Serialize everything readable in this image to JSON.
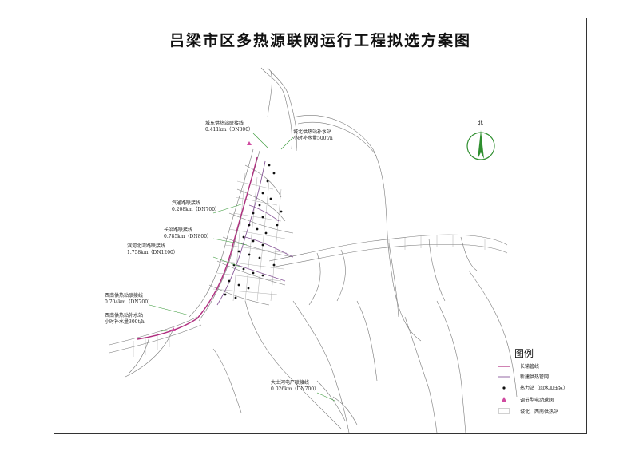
{
  "title": "吕梁市区多热源联网运行工程拟选方案图",
  "north_label": "北",
  "annotations": [
    {
      "id": "a1",
      "line1": "城东供热站联接线",
      "line2": "0.411km（DN800）"
    },
    {
      "id": "a2",
      "line1": "城北供热站补水站",
      "line2": "小时补水量500t/h"
    },
    {
      "id": "a3",
      "line1": "汽通路联接线",
      "line2": "0.208km（DN700）"
    },
    {
      "id": "a4",
      "line1": "长治路联接线",
      "line2": "0.785km（DN800）"
    },
    {
      "id": "a5",
      "line1": "滨河北湾路联接线",
      "line2": "1.758km（DN1200）"
    },
    {
      "id": "a6",
      "line1": "西南供热站联接线",
      "line2": "0.704km（DN700）"
    },
    {
      "id": "a7",
      "line1": "西南供热站补水站",
      "line2": "小时补水量300t/h"
    },
    {
      "id": "a8",
      "line1": "大土河电厂联接线",
      "line2": "0.026km（DN700）"
    }
  ],
  "legend": {
    "title": "图例",
    "items": [
      {
        "id": "long-pipe",
        "label": "长输管线",
        "color": "#b03080"
      },
      {
        "id": "new-pipe",
        "label": "新建供热管网",
        "color": "#8a5a9a"
      },
      {
        "id": "station",
        "label": "热力站（回水加压泵）",
        "color": "#111111"
      },
      {
        "id": "valve",
        "label": "调节型电动球阀",
        "color": "#d04aa0"
      },
      {
        "id": "plant",
        "label": "城北、西南供热站",
        "color": "#888888"
      }
    ]
  },
  "colors": {
    "road": "#7a7a7a",
    "annotation_line": "#3a9a3a",
    "long_pipe": "#b03080",
    "new_pipe": "#8a5a9a",
    "north_arrow": "#2f8f2f"
  }
}
